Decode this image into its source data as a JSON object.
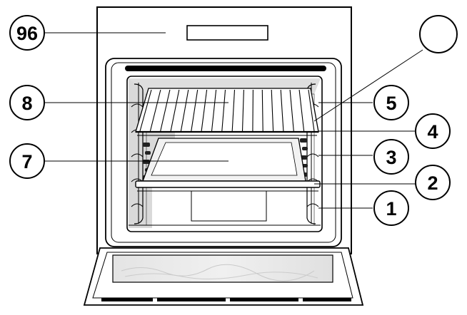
{
  "diagram": {
    "callouts": {
      "c96": "96",
      "c8": "8",
      "c7": "7",
      "c5": "5",
      "c4": "4",
      "c3": "3",
      "c2": "2",
      "c1": "1",
      "blank": ""
    },
    "colors": {
      "line": "#000000",
      "shade": "#d9d9d9",
      "light_shade": "#ebebeb",
      "background": "#ffffff"
    }
  }
}
